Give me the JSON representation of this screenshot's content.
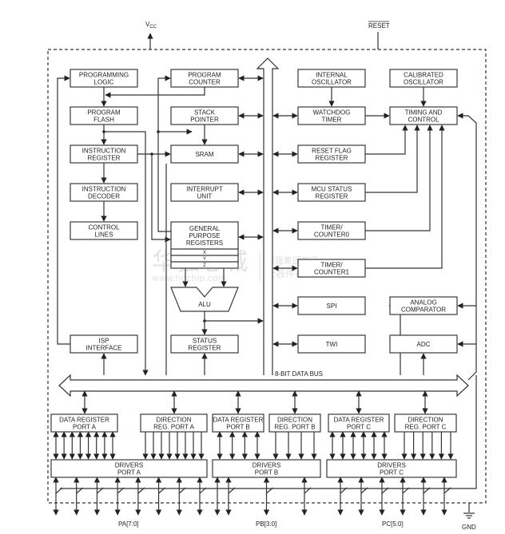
{
  "title": "ATtiny Block Diagram",
  "signals": {
    "vcc": "V",
    "vcc_sub": "CC",
    "reset": "RESET",
    "gnd": "GND",
    "bus": "8-BIT DATA BUS"
  },
  "blocks": {
    "programming_logic": [
      "PROGRAMMING",
      "LOGIC"
    ],
    "program_counter": [
      "PROGRAM",
      "COUNTER"
    ],
    "internal_oscillator": [
      "INTERNAL",
      "OSCILLATOR"
    ],
    "calibrated_oscillator": [
      "CALIBRATED",
      "OSCILLATOR"
    ],
    "program_flash": [
      "PROGRAM",
      "FLASH"
    ],
    "stack_pointer": [
      "STACK",
      "POINTER"
    ],
    "watchdog_timer": [
      "WATCHDOG",
      "TIMER"
    ],
    "timing_control": [
      "TIMING AND",
      "CONTROL"
    ],
    "instruction_register": [
      "INSTRUCTION",
      "REGISTER"
    ],
    "sram": [
      "SRAM"
    ],
    "reset_flag_register": [
      "RESET FLAG",
      "REGISTER"
    ],
    "instruction_decoder": [
      "INSTRUCTION",
      "DECODER"
    ],
    "interrupt_unit": [
      "INTERRUPT",
      "UNIT"
    ],
    "mcu_status_register": [
      "MCU STATUS",
      "REGISTER"
    ],
    "control_lines": [
      "CONTROL",
      "LINES"
    ],
    "gpr": [
      "GENERAL",
      "PURPOSE",
      "REGISTERS"
    ],
    "gpr_rows": [
      "X",
      "Y",
      "Z"
    ],
    "timer_counter0": [
      "TIMER/",
      "COUNTER0"
    ],
    "timer_counter1": [
      "TIMER/",
      "COUNTER1"
    ],
    "alu": [
      "ALU"
    ],
    "spi": [
      "SPI"
    ],
    "analog_comparator": [
      "ANALOG",
      "COMPARATOR"
    ],
    "isp_interface": [
      "ISP",
      "INTERFACE"
    ],
    "status_register": [
      "STATUS",
      "REGISTER"
    ],
    "twi": [
      "TWI"
    ],
    "adc": [
      "ADC"
    ],
    "data_register_port_a": [
      "DATA REGISTER",
      "PORT A"
    ],
    "direction_reg_port_a": [
      "DIRECTION",
      "REG. PORT A"
    ],
    "data_register_port_b": [
      "DATA REGISTER",
      "PORT B"
    ],
    "direction_reg_port_b": [
      "DIRECTION",
      "REG. PORT B"
    ],
    "data_register_port_c": [
      "DATA REGISTER",
      "PORT C"
    ],
    "direction_reg_port_c": [
      "DIRECTION",
      "REG. PORT C"
    ],
    "drivers_port_a": [
      "DRIVERS",
      "PORT A"
    ],
    "drivers_port_b": [
      "DRIVERS",
      "PORT B"
    ],
    "drivers_port_c": [
      "DRIVERS",
      "PORT C"
    ]
  },
  "pins": {
    "port_a": "PA[7:0]",
    "port_b": "PB[3:0]",
    "port_c": "PC[5:0]"
  },
  "watermark": {
    "cn_large": "华强芯城",
    "url": "www.hqchip.com",
    "cn_small_1": "华强集团旗下",
    "cn_small_2": "元器件在线商城"
  }
}
